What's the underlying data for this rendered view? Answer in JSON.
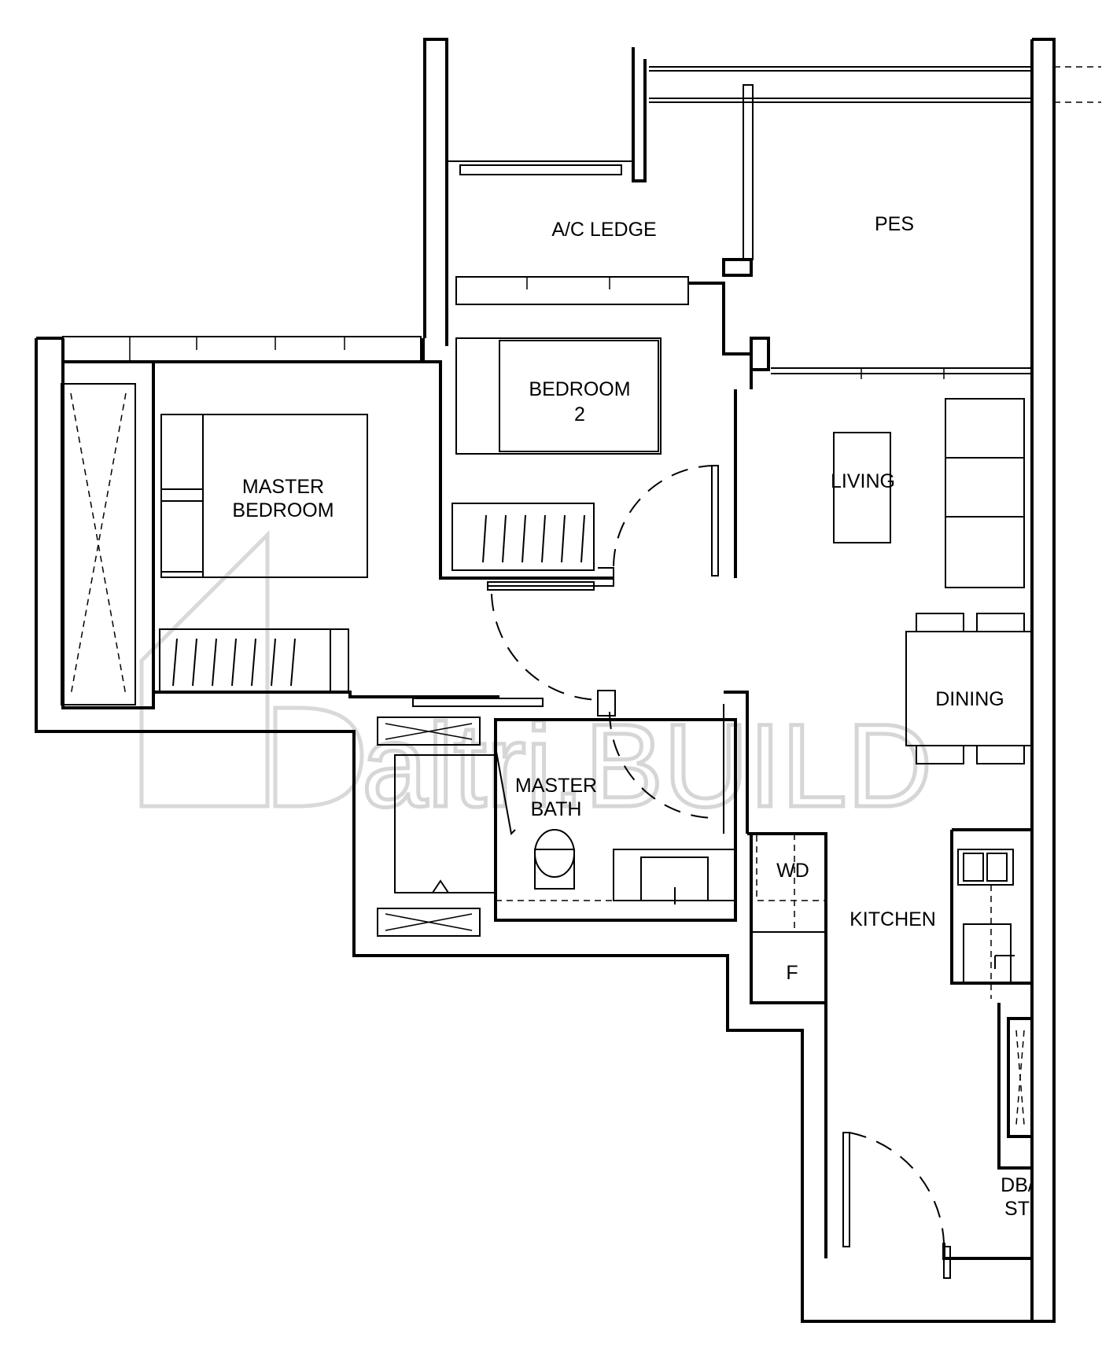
{
  "plan": {
    "rooms": {
      "ac_ledge": "A/C LEDGE",
      "pes": "PES",
      "bedroom2_line1": "BEDROOM",
      "bedroom2_line2": "2",
      "master_bedroom_line1": "MASTER",
      "master_bedroom_line2": "BEDROOM",
      "living": "LIVING",
      "dining": "DINING",
      "master_bath_line1": "MASTER",
      "master_bath_line2": "BATH",
      "wd": "WD",
      "kitchen": "KITCHEN",
      "fridge": "F",
      "db_st_line1": "DB/",
      "db_st_line2": "ST"
    },
    "watermark": "altri.BUILD"
  }
}
